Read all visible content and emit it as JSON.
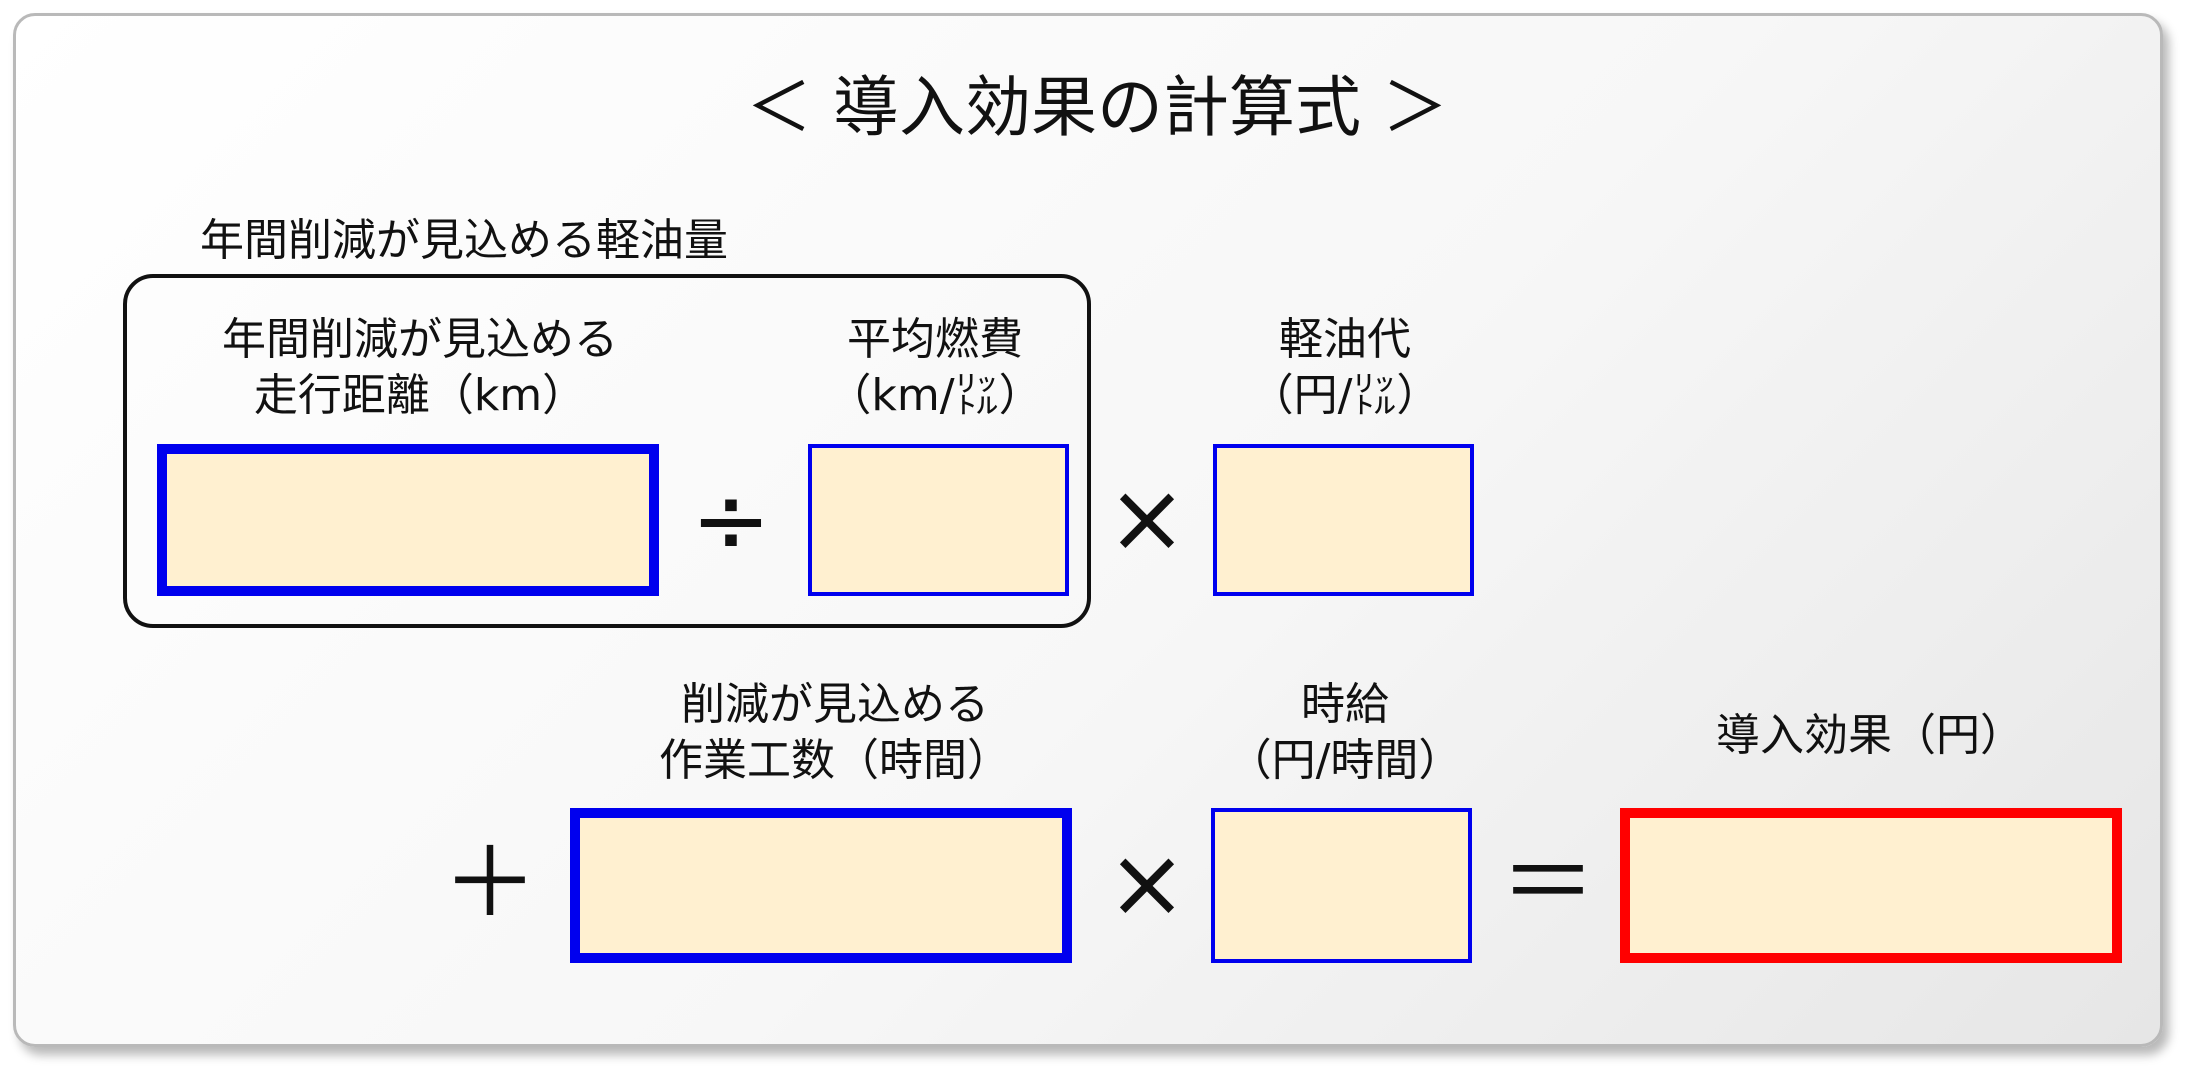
{
  "title": "＜ 導入効果の計算式 ＞",
  "group_label": "年間削減が見込める軽油量",
  "labels": {
    "annual_distance": "年間削減が見込める\n走行距離（km）",
    "fuel_efficiency": "平均燃費\n（km/㍑）",
    "diesel_price": "軽油代\n（円/㍑）",
    "work_hours": "削減が見込める\n作業工数（時間）",
    "hourly_wage": "時給\n（円/時間）",
    "effect": "導入効果（円）"
  },
  "operators": {
    "divide": "÷",
    "multiply1": "×",
    "plus": "＋",
    "multiply2": "×",
    "equals": "＝"
  },
  "colors": {
    "input_fill": "#fff0d0",
    "input_border": "#0000ee",
    "result_border": "#ff0000"
  }
}
